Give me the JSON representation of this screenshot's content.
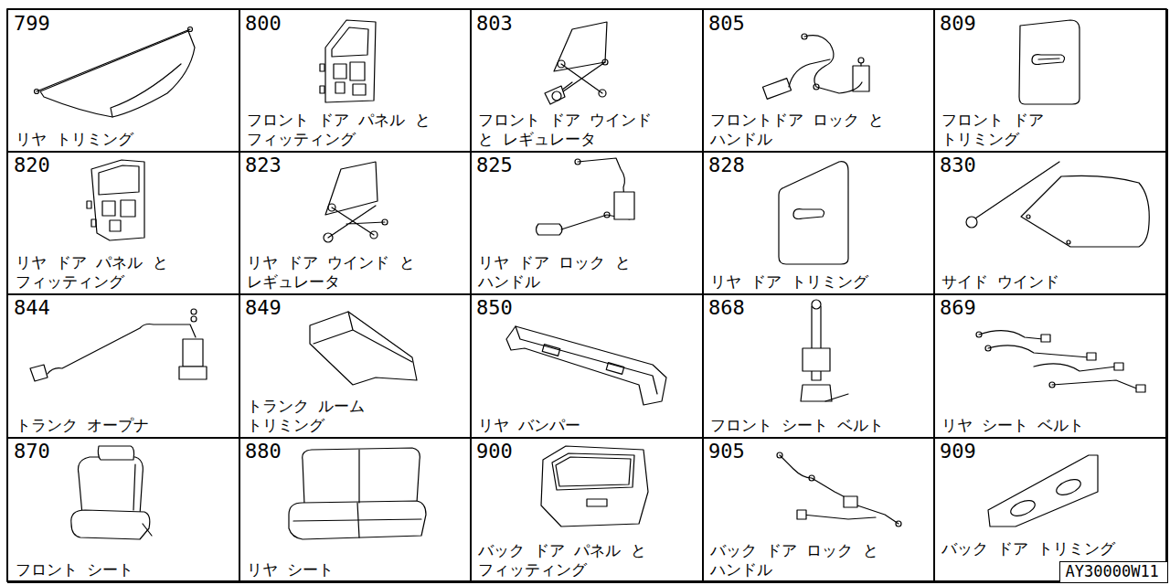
{
  "diagram": {
    "nodes": [
      {
        "text": [
          "799",
          "リヤ トリミング"
        ]
      },
      {
        "text": [
          "800",
          "フロント ドア パネル と フィッティング"
        ]
      },
      {
        "text": [
          "803",
          "フロント ドア ウインド と レギュレータ"
        ]
      },
      {
        "text": [
          "805",
          "フロントドア ロック と ハンドル"
        ]
      },
      {
        "text": [
          "809",
          "フロント ドア トリミング"
        ]
      },
      {
        "text": [
          "820",
          "リヤ ドア パネル と フィッティング"
        ]
      },
      {
        "text": [
          "823",
          "リヤ ドア ウインド と レギュレータ"
        ]
      },
      {
        "text": [
          "825",
          "リヤ ドア ロック と ハンドル"
        ]
      },
      {
        "text": [
          "828",
          "リヤ ドア トリミング"
        ]
      },
      {
        "text": [
          "830",
          "サイド ウインド"
        ]
      },
      {
        "text": [
          "844",
          "トランク オープナ"
        ]
      },
      {
        "text": [
          "849",
          "トランク ルーム トリミング"
        ]
      },
      {
        "text": [
          "850",
          "リヤ バンパー"
        ]
      },
      {
        "text": [
          "868",
          "フロント シート ベルト"
        ]
      },
      {
        "text": [
          "869",
          "リヤ シート ベルト"
        ]
      },
      {
        "text": [
          "870",
          "フロント シート"
        ]
      },
      {
        "text": [
          "880",
          "リヤ シート"
        ]
      },
      {
        "text": [
          "900",
          "バック ドア パネル と フィッティング"
        ]
      },
      {
        "text": [
          "905",
          "バック ドア ロック と ハンドル"
        ]
      },
      {
        "text": [
          "909",
          "バック ドア トリミング"
        ]
      },
      {
        "text": [
          "AY30000W11"
        ]
      }
    ]
  }
}
